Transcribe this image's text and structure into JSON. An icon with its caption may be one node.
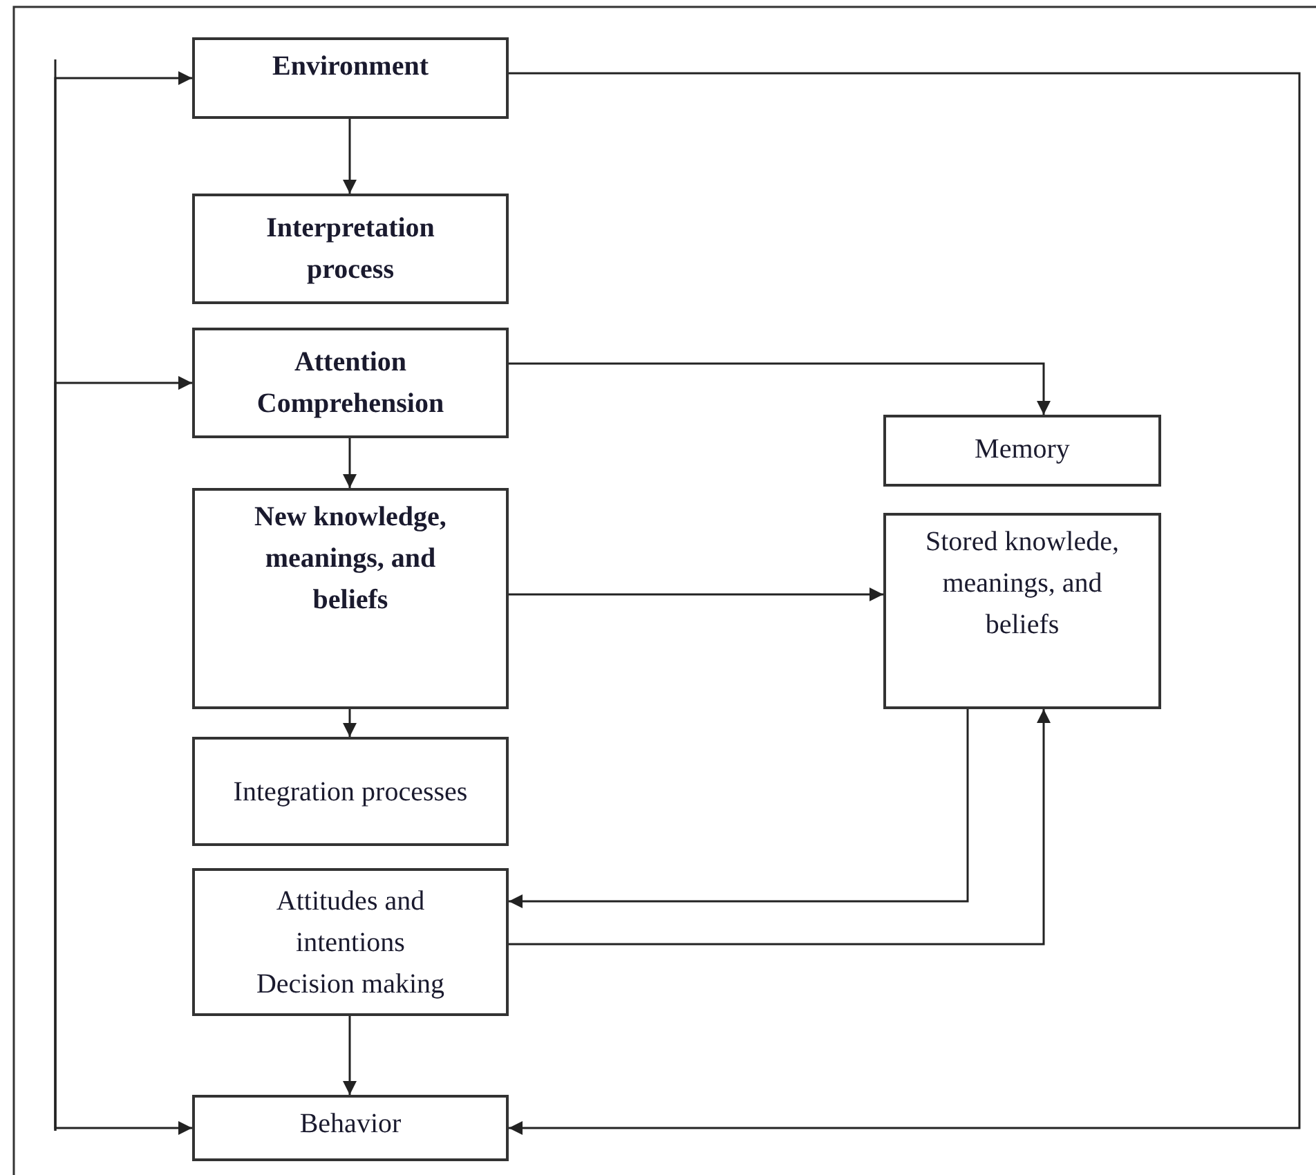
{
  "diagram": {
    "nodes": [
      {
        "text": [
          "Environment"
        ]
      },
      {
        "text": [
          "Interpretation process"
        ]
      },
      {
        "text": [
          "Attention",
          "Comprehension"
        ]
      },
      {
        "text": [
          "New knowledge, meanings, and beliefs"
        ]
      },
      {
        "text": [
          "Integration processes"
        ]
      },
      {
        "text": [
          "Attitudes and intentions",
          "Decision making"
        ]
      },
      {
        "text": [
          "Behavior"
        ]
      },
      {
        "text": [
          "Memory"
        ]
      },
      {
        "text": [
          "Stored knowlede, meanings, and beliefs"
        ]
      }
    ],
    "edges": [
      {
        "from": 0,
        "to": 1,
        "arrow": "to"
      },
      {
        "from": 2,
        "to": 3,
        "arrow": "to"
      },
      {
        "from": 3,
        "to": 4,
        "arrow": "to"
      },
      {
        "from": 5,
        "to": 6,
        "arrow": "to"
      },
      {
        "from": 2,
        "to": 7,
        "arrow": "to"
      },
      {
        "from": 3,
        "to": 8,
        "arrow": "to"
      },
      {
        "from": 8,
        "to": 5,
        "arrow": "to"
      },
      {
        "from": 5,
        "to": 8,
        "arrow": "to"
      },
      {
        "from": 0,
        "to": 6,
        "arrow": "to"
      },
      {
        "from": null,
        "to": 0,
        "arrow": "to"
      },
      {
        "from": null,
        "to": 2,
        "arrow": "to"
      },
      {
        "from": null,
        "to": 6,
        "arrow": "to"
      }
    ]
  }
}
